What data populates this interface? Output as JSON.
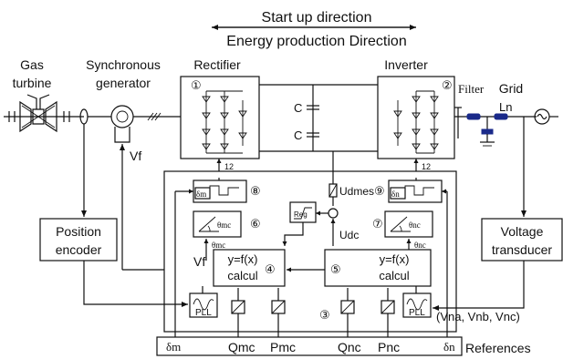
{
  "header": {
    "start_up": "Start up direction",
    "energy": "Energy production Direction"
  },
  "components": {
    "gas_turbine_1": "Gas",
    "gas_turbine_2": "turbine",
    "sync_gen_1": "Synchronous",
    "sync_gen_2": "generator",
    "rectifier": "Rectifier",
    "inverter": "Inverter",
    "filter": "Filter",
    "grid": "Grid",
    "ln": "Ln",
    "cap_top": "C",
    "cap_bottom": "C",
    "bus_count_left": "12",
    "bus_count_right": "12",
    "vf_left": "Vf",
    "vf_inner": "Vf"
  },
  "numbers": {
    "n1": "①",
    "n2": "②",
    "n3": "③",
    "n4": "④",
    "n5": "⑤",
    "n6": "⑥",
    "n7": "⑦",
    "n8": "⑧",
    "n9": "⑨"
  },
  "blocks": {
    "position_1": "Position",
    "position_2": "encoder",
    "voltage_1": "Voltage",
    "voltage_2": "transducer",
    "calc4_1": "y=f(x)",
    "calc4_2": "calcul",
    "calc5_1": "y=f(x)",
    "calc5_2": "calcul",
    "pll_left": "PLL",
    "pll_right": "PLL",
    "reg": "Reg",
    "delta_m_box": "δm",
    "delta_n_box": "δn",
    "theta_mc_box": "θmc",
    "theta_nc_box": "θnc",
    "theta_mc_out": "θmc",
    "theta_nc_out": "θnc"
  },
  "signals": {
    "udmes": "Udmes",
    "udc": "Udc",
    "grid_voltages": "(Vna, Vnb, Vnc)"
  },
  "references": {
    "label": "References",
    "dm": "δm",
    "qmc": "Qmc",
    "pmc": "Pmc",
    "qnc": "Qnc",
    "pnc": "Pnc",
    "dn": "δn"
  }
}
